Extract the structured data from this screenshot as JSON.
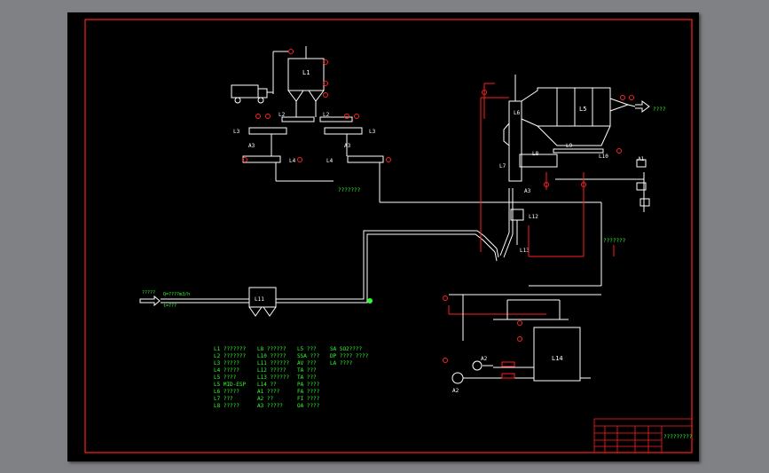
{
  "colors": {
    "background": "#000000",
    "frame": "#ff2020",
    "line": "#ffffff",
    "label": "#2bff2b",
    "equipment": "#ffffff"
  },
  "equipment_labels": {
    "L1": "L1",
    "L2a": "L2",
    "L2b": "L2",
    "L3a": "L3",
    "L3b": "L3",
    "L4a": "L4",
    "L4b": "L4",
    "L5": "L5",
    "L6": "L6",
    "L7": "L7",
    "L8": "L8",
    "L9": "L9",
    "L10": "L10",
    "L11": "L11",
    "L12": "L12",
    "L13": "L13",
    "L14": "L14",
    "A1": "A1",
    "A2a": "A2",
    "A2b": "A2",
    "A3a": "A3",
    "A3b": "A3",
    "A3c": "A3"
  },
  "annotations": {
    "flow_in": "?????",
    "flow_rate": "Q=????m3/h",
    "flow_temp": "t=???",
    "outlet_top": "????",
    "branch_left": "???????",
    "branch_right": "???????"
  },
  "legend": {
    "col1": [
      {
        "code": "L1",
        "text": "???????"
      },
      {
        "code": "L2",
        "text": "???????"
      },
      {
        "code": "L3",
        "text": "?????"
      },
      {
        "code": "L4",
        "text": "?????"
      },
      {
        "code": "L5",
        "text": "????"
      },
      {
        "code": "L5",
        "text": "MID-ESP"
      },
      {
        "code": "L6",
        "text": "?????"
      },
      {
        "code": "L7",
        "text": "???"
      },
      {
        "code": "L8",
        "text": "?????"
      }
    ],
    "col2": [
      {
        "code": "L8",
        "text": "??????"
      },
      {
        "code": "L10",
        "text": "?????"
      },
      {
        "code": "L11",
        "text": "??????"
      },
      {
        "code": "L12",
        "text": "?????"
      },
      {
        "code": "L13",
        "text": "??????"
      },
      {
        "code": "L14",
        "text": "??"
      },
      {
        "code": "A1",
        "text": "????"
      },
      {
        "code": "A2",
        "text": "??"
      },
      {
        "code": "A3",
        "text": "?????"
      }
    ],
    "col3": [
      {
        "code": "L5",
        "text": "???"
      },
      {
        "code": "SSA",
        "text": "???"
      },
      {
        "code": "AV",
        "text": "???"
      },
      {
        "code": "TA",
        "text": "???"
      },
      {
        "code": "TA",
        "text": "???"
      },
      {
        "code": "PA",
        "text": "????"
      },
      {
        "code": "FA",
        "text": "????"
      },
      {
        "code": "FI",
        "text": "????"
      },
      {
        "code": "OA",
        "text": "????"
      }
    ],
    "col4": [
      {
        "code": "SA",
        "text": "SO2????"
      },
      {
        "code": "DP",
        "text": "???? ????"
      },
      {
        "code": "LA",
        "text": "????"
      }
    ]
  },
  "title_block": {
    "drawing_title": "?????????"
  }
}
